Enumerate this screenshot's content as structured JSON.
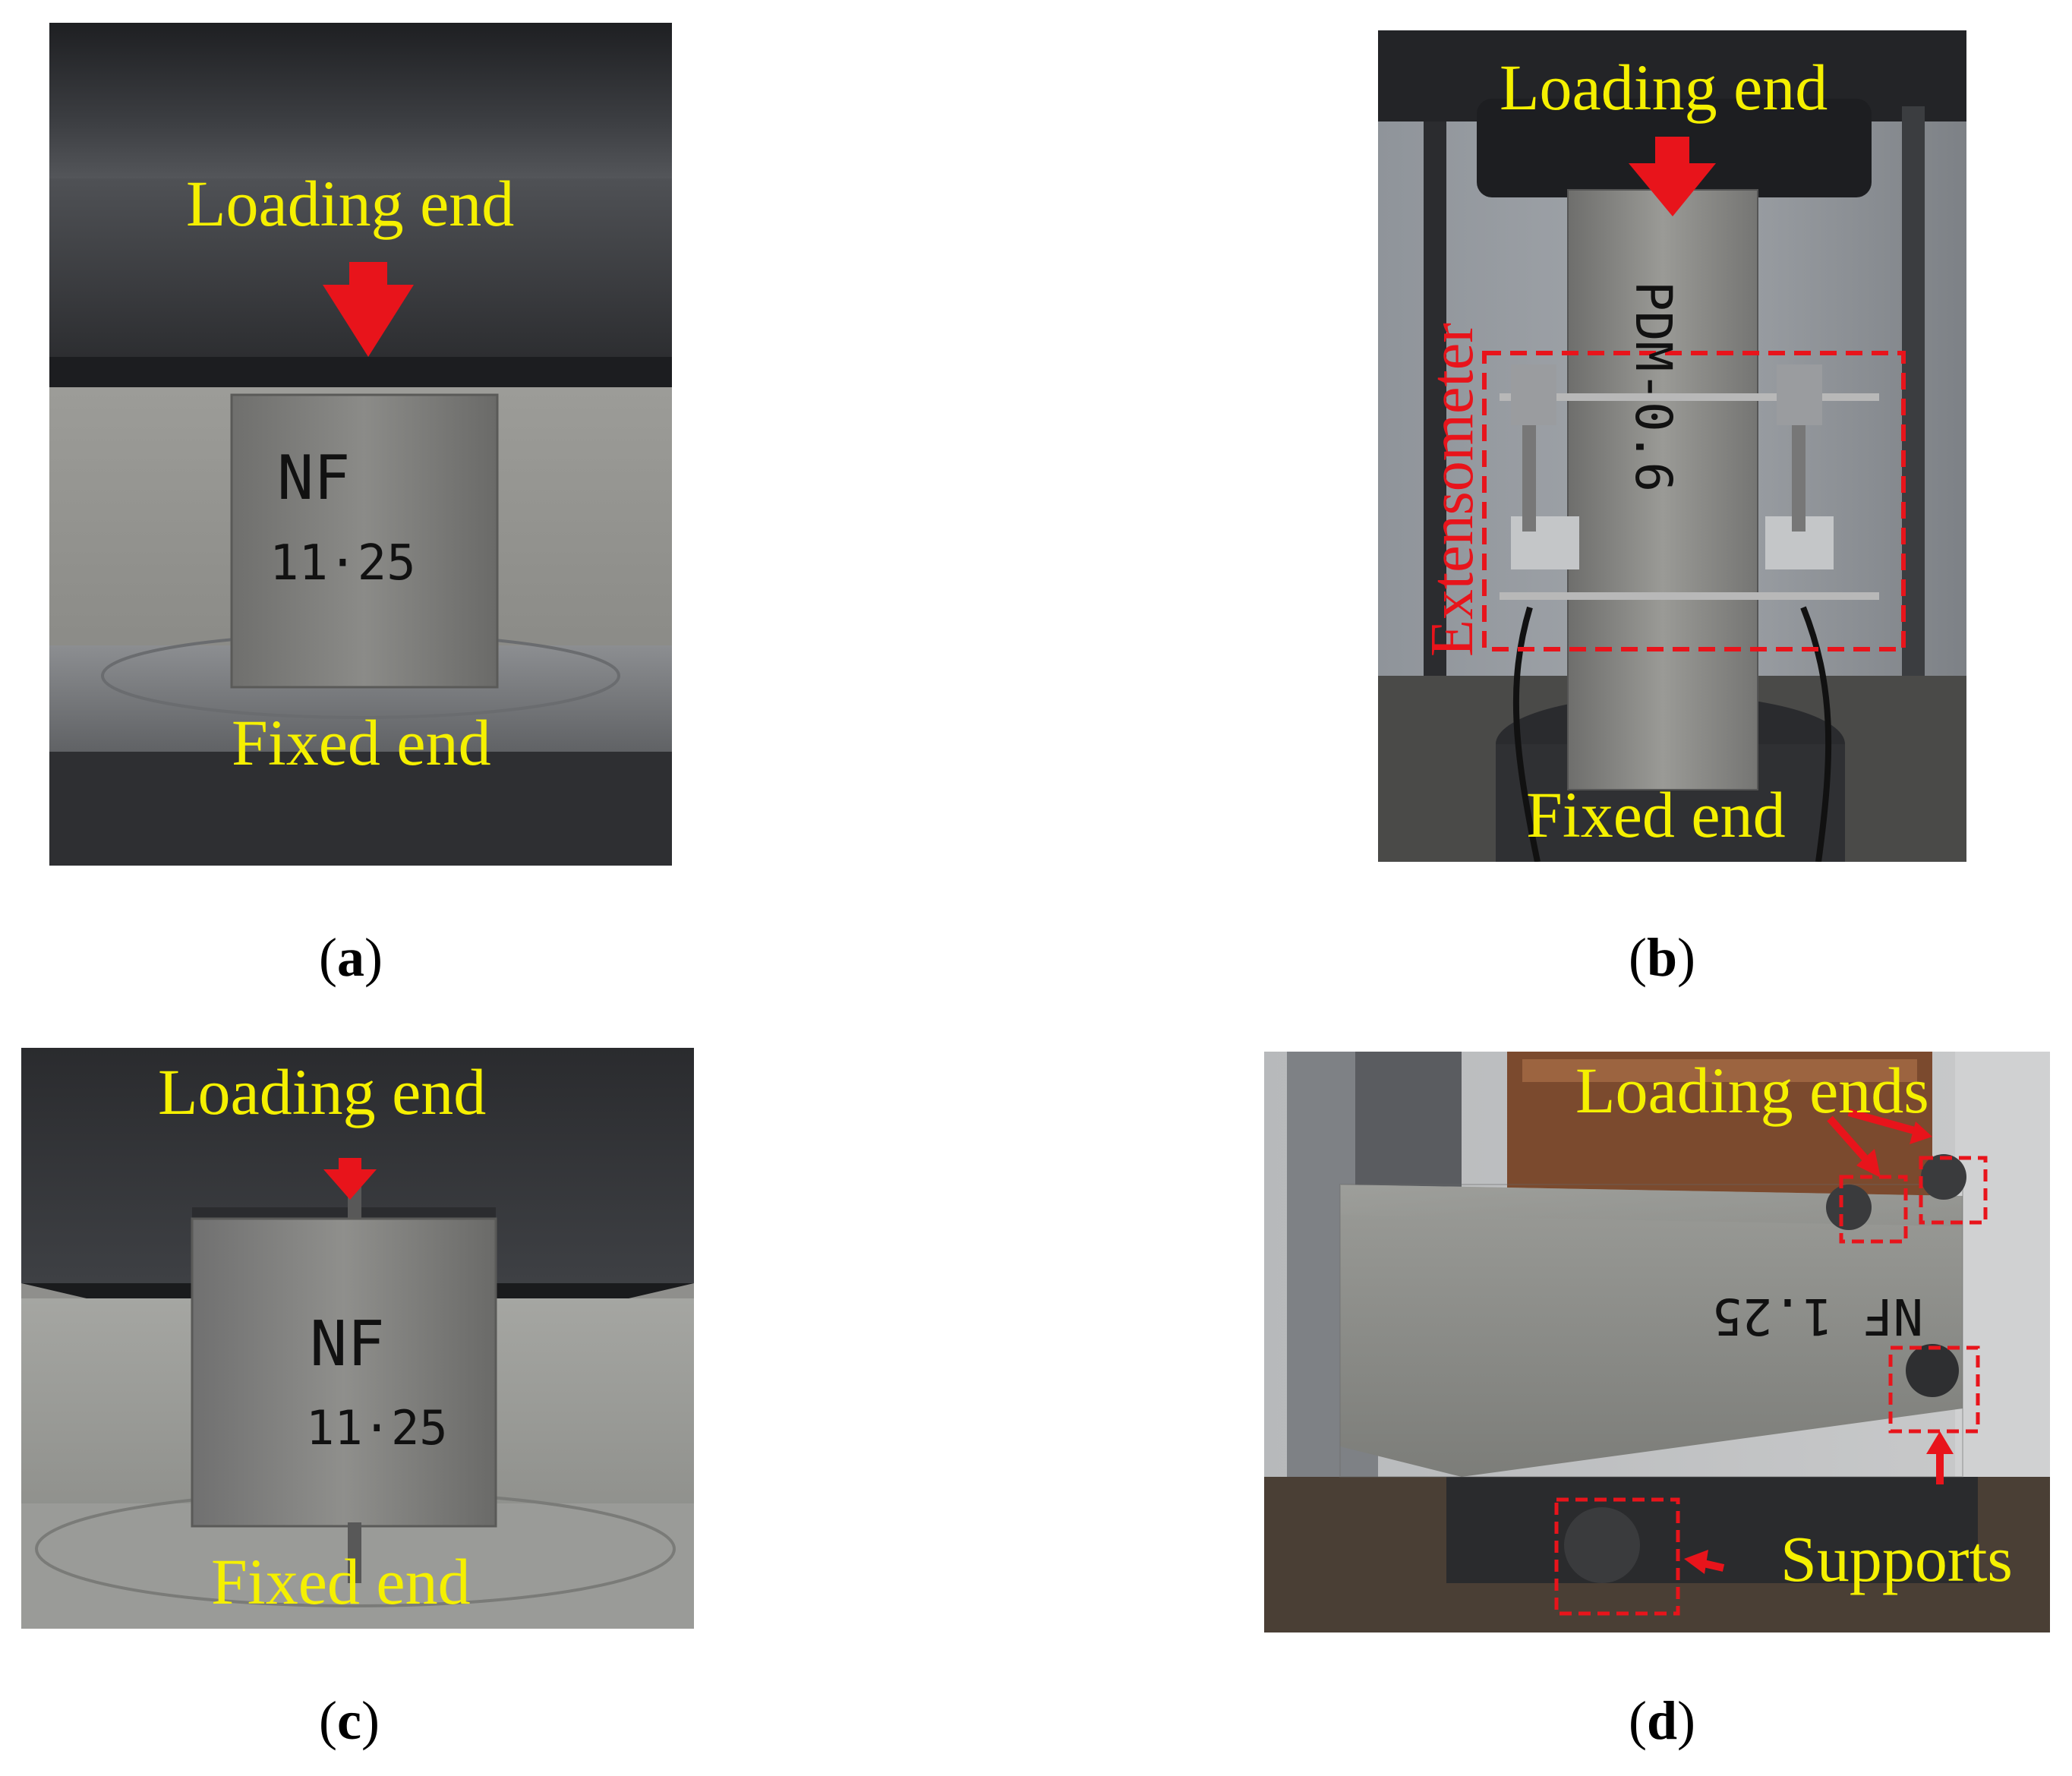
{
  "panels": {
    "a": {
      "caption_open": "(",
      "caption_letter": "a",
      "caption_close": ")",
      "loading_label": "Loading end",
      "fixed_label": "Fixed end",
      "specimen_writing_1": "NF",
      "specimen_writing_2": "11·25"
    },
    "b": {
      "caption_open": "(",
      "caption_letter": "b",
      "caption_close": ")",
      "loading_label": "Loading end",
      "fixed_label": "Fixed end",
      "extensometer_label": "Extensometer",
      "specimen_writing": "PDM-0.6"
    },
    "c": {
      "caption_open": "(",
      "caption_letter": "c",
      "caption_close": ")",
      "loading_label": "Loading end",
      "fixed_label": "Fixed end",
      "specimen_writing_1": "NF",
      "specimen_writing_2": "11·25"
    },
    "d": {
      "caption_open": "(",
      "caption_letter": "d",
      "caption_close": ")",
      "loading_label": "Loading ends",
      "supports_label": "Supports",
      "specimen_writing": "NF 1.25"
    }
  },
  "colors": {
    "label_yellow": "#f5f000",
    "annotation_red": "#e8141b",
    "caption_black": "#000000"
  }
}
